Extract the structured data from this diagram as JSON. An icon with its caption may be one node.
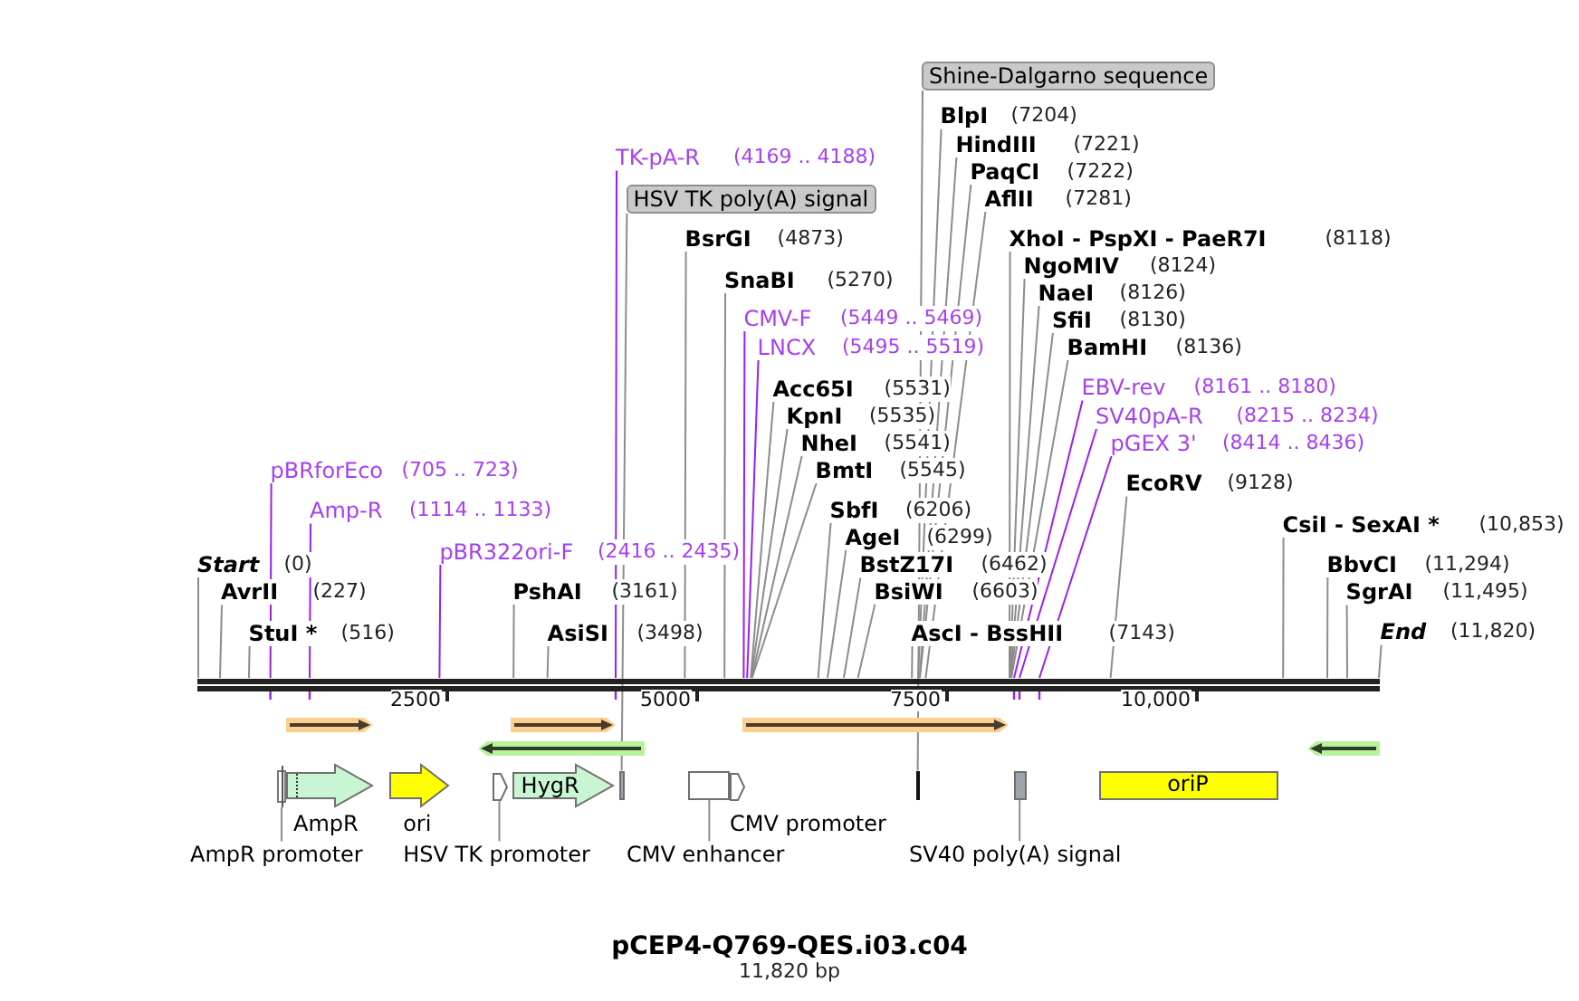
{
  "diagram": {
    "title": "pCEP4-Q769-QES.i03.c04",
    "caption": "11,820 bp",
    "nodes": [
      {
        "text": [
          "Shine-Dalgarno sequence"
        ]
      },
      {
        "text": [
          "BlpI",
          "(7204)"
        ]
      },
      {
        "text": [
          "HindIII",
          "(7221)"
        ]
      },
      {
        "text": [
          "TK-pA-R",
          "(4169 .. 4188)"
        ]
      },
      {
        "text": [
          "PaqCI",
          "(7222)"
        ]
      },
      {
        "text": [
          "HSV TK poly(A) signal"
        ]
      },
      {
        "text": [
          "AflII",
          "(7281)"
        ]
      },
      {
        "text": [
          "BsrGI",
          "(4873)"
        ]
      },
      {
        "text": [
          "XhoI - PspXI - PaeR7I",
          "(8118)"
        ]
      },
      {
        "text": [
          "NgoMIV",
          "(8124)"
        ]
      },
      {
        "text": [
          "SnaBI",
          "(5270)"
        ]
      },
      {
        "text": [
          "NaeI",
          "(8126)"
        ]
      },
      {
        "text": [
          "CMV-F",
          "(5449 .. 5469)"
        ]
      },
      {
        "text": [
          "SfiI",
          "(8130)"
        ]
      },
      {
        "text": [
          "LNCX",
          "(5495 .. 5519)"
        ]
      },
      {
        "text": [
          "BamHI",
          "(8136)"
        ]
      },
      {
        "text": [
          "Acc65I",
          "(5531)"
        ]
      },
      {
        "text": [
          "EBV-rev",
          "(8161 .. 8180)"
        ]
      },
      {
        "text": [
          "KpnI",
          "(5535)"
        ]
      },
      {
        "text": [
          "SV40pA-R",
          "(8215 .. 8234)"
        ]
      },
      {
        "text": [
          "NheI",
          "(5541)"
        ]
      },
      {
        "text": [
          "pGEX 3'",
          "(8414 .. 8436)"
        ]
      },
      {
        "text": [
          "pBRforEco",
          "(705 .. 723)"
        ]
      },
      {
        "text": [
          "BmtI",
          "(5545)"
        ]
      },
      {
        "text": [
          "EcoRV",
          "(9128)"
        ]
      },
      {
        "text": [
          "Amp-R",
          "(1114 .. 1133)"
        ]
      },
      {
        "text": [
          "SbfI",
          "(6206)"
        ]
      },
      {
        "text": [
          "CsiI - SexAI *",
          "(10,853)"
        ]
      },
      {
        "text": [
          "AgeI",
          "(6299)"
        ]
      },
      {
        "text": [
          "pBR322ori-F",
          "(2416 .. 2435)"
        ]
      },
      {
        "text": [
          "Start",
          "(0)"
        ]
      },
      {
        "text": [
          "BstZ17I",
          "(6462)"
        ]
      },
      {
        "text": [
          "BbvCI",
          "(11,294)"
        ]
      },
      {
        "text": [
          "AvrII",
          "(227)"
        ]
      },
      {
        "text": [
          "PshAI",
          "(3161)"
        ]
      },
      {
        "text": [
          "BsiWI",
          "(6603)"
        ]
      },
      {
        "text": [
          "SgrAI",
          "(11,495)"
        ]
      },
      {
        "text": [
          "StuI *",
          "(516)"
        ]
      },
      {
        "text": [
          "AsiSI",
          "(3498)"
        ]
      },
      {
        "text": [
          "AscI - BssHII",
          "(7143)"
        ]
      },
      {
        "text": [
          "End",
          "(11,820)"
        ]
      },
      {
        "text": [],
        "shape": "bar"
      },
      {
        "text": [],
        "shape": "arrow"
      },
      {
        "text": [],
        "shape": "arrow"
      },
      {
        "text": [],
        "shape": "arrow"
      },
      {
        "text": [],
        "shape": "arrow"
      },
      {
        "text": [],
        "shape": "arrow"
      },
      {
        "text": [],
        "shape": "box"
      },
      {
        "text": [
          "AmpR"
        ]
      },
      {
        "text": [
          "ori"
        ]
      },
      {
        "text": [],
        "shape": "arrow"
      },
      {
        "text": [
          "HygR"
        ]
      },
      {
        "text": [],
        "shape": "box"
      },
      {
        "text": [],
        "shape": "box"
      },
      {
        "text": [
          "CMV promoter"
        ]
      },
      {
        "text": [],
        "shape": "bar"
      },
      {
        "text": [],
        "shape": "box"
      },
      {
        "text": [
          "oriP"
        ]
      },
      {
        "text": [
          "AmpR promoter"
        ]
      },
      {
        "text": [
          "HSV TK promoter"
        ]
      },
      {
        "text": [
          "CMV enhancer"
        ]
      },
      {
        "text": [
          "SV40 poly(A) signal"
        ]
      }
    ],
    "edges": [
      {
        "from": 1,
        "to": 41,
        "arrow": "none"
      },
      {
        "from": 2,
        "to": 41,
        "arrow": "none"
      },
      {
        "from": 3,
        "to": 41,
        "arrow": "none",
        "color": "#9b1ef0"
      },
      {
        "from": 4,
        "to": 41,
        "arrow": "none"
      },
      {
        "from": 6,
        "to": 41,
        "arrow": "none"
      },
      {
        "from": 7,
        "to": 41,
        "arrow": "none"
      },
      {
        "from": 8,
        "to": 41,
        "arrow": "none"
      },
      {
        "from": 9,
        "to": 41,
        "arrow": "none"
      },
      {
        "from": 10,
        "to": 41,
        "arrow": "none"
      },
      {
        "from": 11,
        "to": 41,
        "arrow": "none"
      },
      {
        "from": 12,
        "to": 41,
        "arrow": "none",
        "color": "#9b1ef0"
      },
      {
        "from": 13,
        "to": 41,
        "arrow": "none"
      },
      {
        "from": 14,
        "to": 41,
        "arrow": "none",
        "color": "#9b1ef0"
      },
      {
        "from": 15,
        "to": 41,
        "arrow": "none"
      },
      {
        "from": 16,
        "to": 41,
        "arrow": "none"
      },
      {
        "from": 17,
        "to": 41,
        "arrow": "none",
        "color": "#9b1ef0"
      },
      {
        "from": 18,
        "to": 41,
        "arrow": "none"
      },
      {
        "from": 19,
        "to": 41,
        "arrow": "none",
        "color": "#9b1ef0"
      },
      {
        "from": 20,
        "to": 41,
        "arrow": "none"
      },
      {
        "from": 21,
        "to": 41,
        "arrow": "none",
        "color": "#9b1ef0"
      },
      {
        "from": 22,
        "to": 41,
        "arrow": "none",
        "color": "#9b1ef0"
      },
      {
        "from": 23,
        "to": 41,
        "arrow": "none"
      },
      {
        "from": 24,
        "to": 41,
        "arrow": "none"
      },
      {
        "from": 25,
        "to": 41,
        "arrow": "none",
        "color": "#9b1ef0"
      },
      {
        "from": 26,
        "to": 41,
        "arrow": "none"
      },
      {
        "from": 27,
        "to": 41,
        "arrow": "none"
      },
      {
        "from": 28,
        "to": 41,
        "arrow": "none"
      },
      {
        "from": 29,
        "to": 41,
        "arrow": "none",
        "color": "#9b1ef0"
      },
      {
        "from": 30,
        "to": 41,
        "arrow": "none"
      },
      {
        "from": 31,
        "to": 41,
        "arrow": "none"
      },
      {
        "from": 32,
        "to": 41,
        "arrow": "none"
      },
      {
        "from": 33,
        "to": 41,
        "arrow": "none"
      },
      {
        "from": 34,
        "to": 41,
        "arrow": "none"
      },
      {
        "from": 35,
        "to": 41,
        "arrow": "none"
      },
      {
        "from": 36,
        "to": 41,
        "arrow": "none"
      },
      {
        "from": 37,
        "to": 41,
        "arrow": "none"
      },
      {
        "from": 38,
        "to": 41,
        "arrow": "none"
      },
      {
        "from": 39,
        "to": 41,
        "arrow": "none"
      },
      {
        "from": 40,
        "to": 41,
        "arrow": "none"
      },
      {
        "from": 0,
        "to": 55,
        "arrow": "none"
      },
      {
        "from": 5,
        "to": 52,
        "arrow": "none"
      },
      {
        "from": 58,
        "to": 47,
        "arrow": "none"
      },
      {
        "from": 59,
        "to": 50,
        "arrow": "none"
      },
      {
        "from": 60,
        "to": 53,
        "arrow": "none"
      },
      {
        "from": 61,
        "to": 56,
        "arrow": "none"
      }
    ],
    "labels": [
      "2500",
      "5000",
      "7500",
      "10,000"
    ]
  }
}
